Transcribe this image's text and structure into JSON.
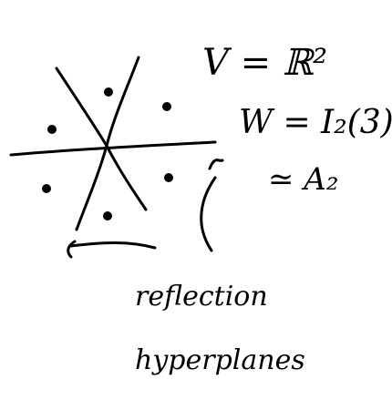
{
  "equations": {
    "space": "V = ℝ²",
    "group": "W = I₂(3)",
    "iso": "≃ A₂"
  },
  "annotation": {
    "line1": "reflection",
    "line2": "hyperplanes"
  },
  "diagram": {
    "mirror_count": 3,
    "point_count": 6,
    "ink_color": "#000000"
  }
}
